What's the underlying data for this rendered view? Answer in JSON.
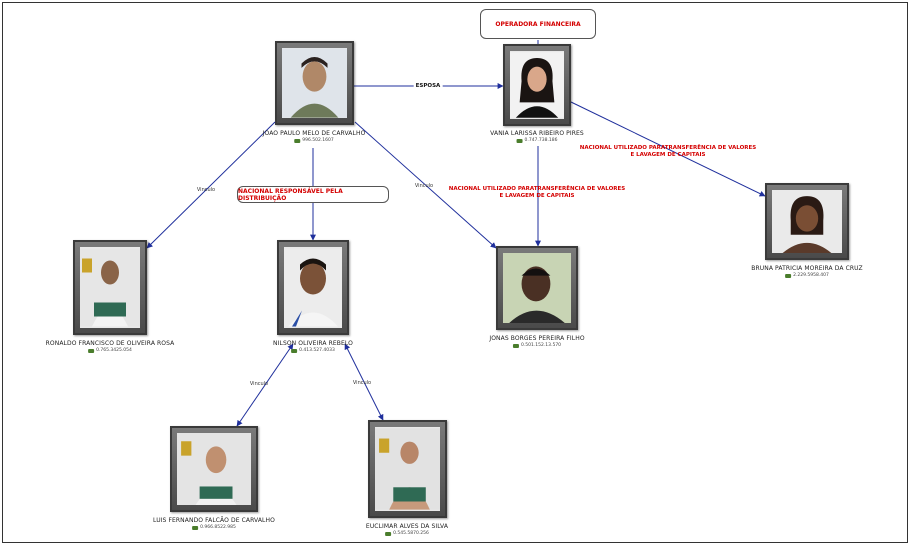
{
  "colors": {
    "edge": "#1f2f9c",
    "label_red": "#d40000",
    "frame": "#333333"
  },
  "callouts": {
    "operadora": "OPERADORA FINANCEIRA",
    "responsavel": "NACIONAL RESPONSÁVEL PELA DISTRIBUIÇÃO"
  },
  "labels": {
    "lavagem_line1": "NACIONAL UTILIZADO PARATRANSFERÊNCIA DE VALORES",
    "lavagem_line2": "E LAVAGEM DE CAPITAIS",
    "lavagem2_line1": "NACIONAL UTILIZADO PARATRANSFERÊNCIA DE VALORES",
    "lavagem2_line2": "E LAVAGEM DE CAPITAIS",
    "esposa": "ESPOSA",
    "vinculo": "Vinculo"
  },
  "people": [
    {
      "key": "joao",
      "name": "JOAO PAULO MELO DE CARVALHO",
      "id": "996.502.1607",
      "icon": "id-card-icon"
    },
    {
      "key": "vania",
      "name": "VANIA LARISSA RIBEIRO PIRES",
      "id": "0.747.738.186",
      "icon": "id-card-icon"
    },
    {
      "key": "ronaldo",
      "name": "RONALDO FRANCISCO DE OLIVEIRA ROSA",
      "id": "0.765.3425.054",
      "icon": "id-card-icon"
    },
    {
      "key": "nilson",
      "name": "NILSON OLIVEIRA REBELO",
      "id": "0.413.527.4033",
      "icon": "id-card-icon"
    },
    {
      "key": "jonas",
      "name": "JONAS BORGES PEREIRA FILHO",
      "id": "0.501.152.13.570",
      "icon": "id-card-icon"
    },
    {
      "key": "bruna",
      "name": "BRUNA PATRICIA MOREIRA DA CRUZ",
      "id": "2.229.5958.407",
      "icon": "id-card-icon"
    },
    {
      "key": "luis",
      "name": "LUIS FERNANDO FALCÃO DE CARVALHO",
      "id": "0.966.8522.985",
      "icon": "id-card-icon"
    },
    {
      "key": "euclimar",
      "name": "EUCLIMAR ALVES DA SILVA",
      "id": "0.545.5870.256",
      "icon": "id-card-icon"
    }
  ]
}
